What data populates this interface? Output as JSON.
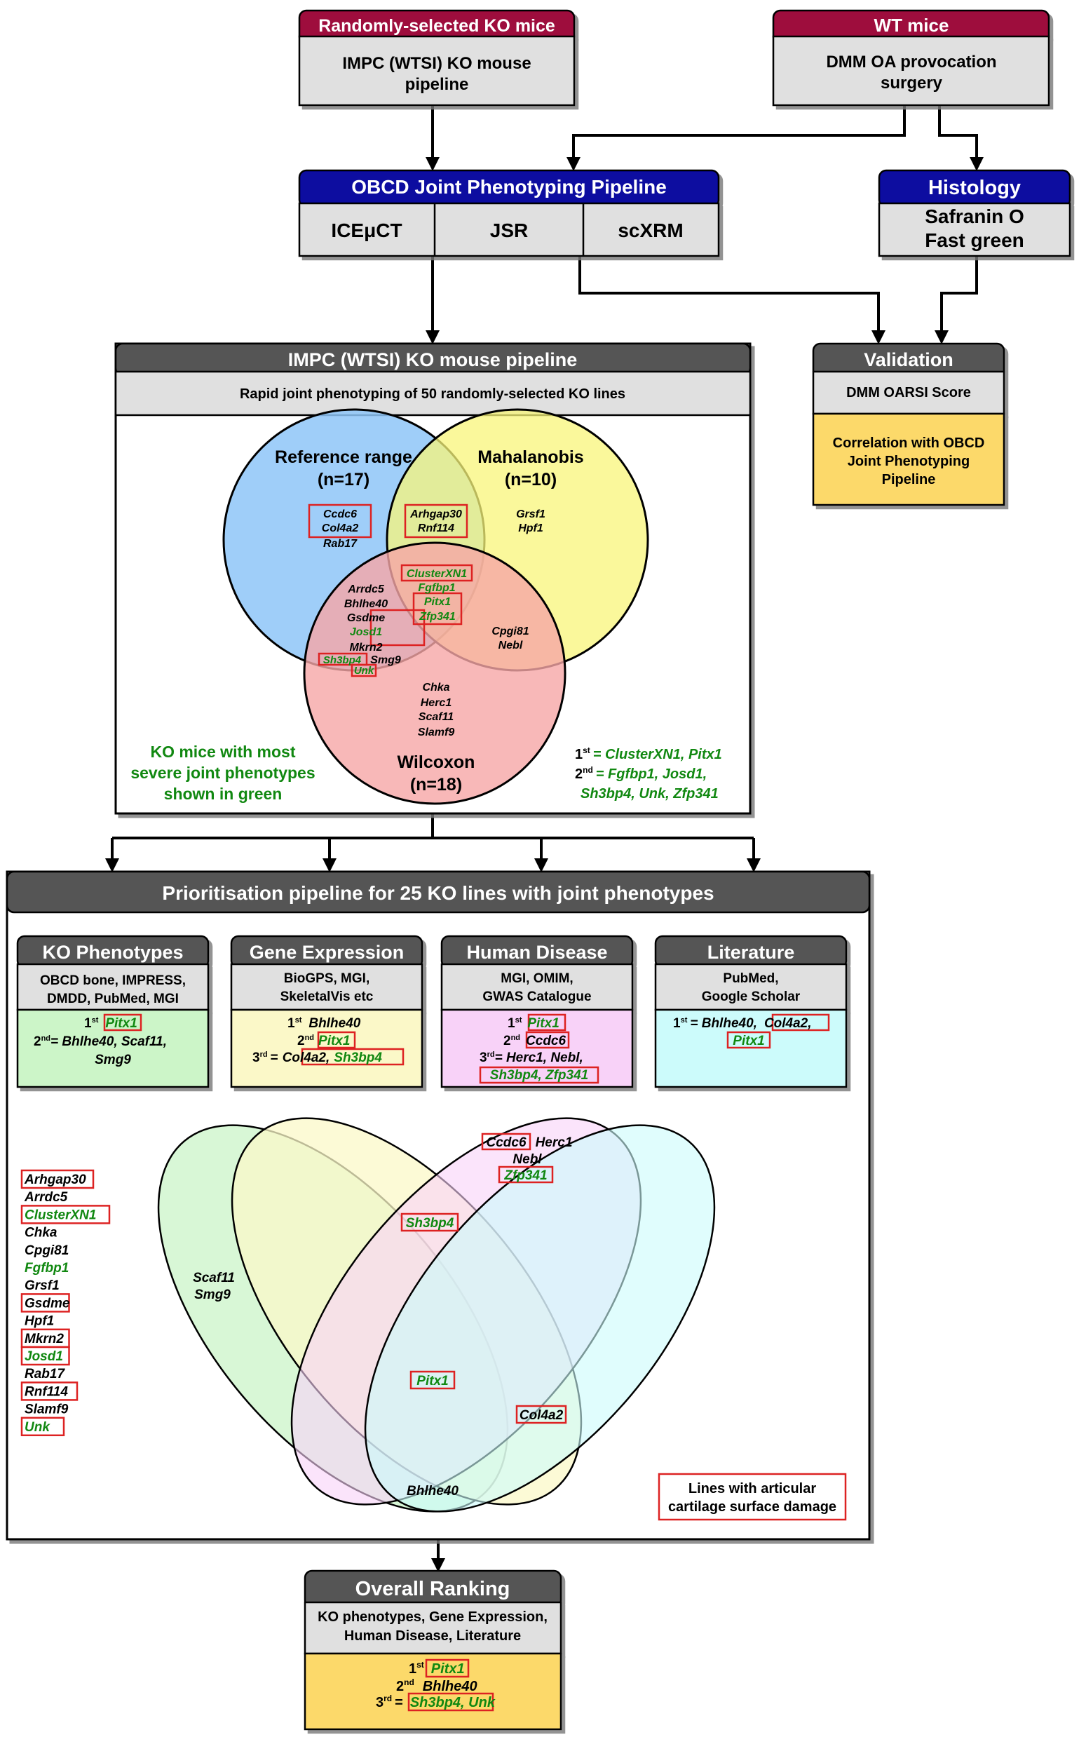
{
  "colors": {
    "maroon": "#9e0a3c",
    "navy": "#0a0aa0",
    "darkgrey": "#555555",
    "lightgrey": "#e0e0e0",
    "gold": "#fcd96a",
    "green": "#118811",
    "red": "#dd2222",
    "venn_blue": "#8ec5f8",
    "venn_yellow": "#f8f57a",
    "venn_red": "#f6a6a6"
  },
  "top": {
    "ko_header": "Randomly-selected KO mice",
    "ko_body_1": "IMPC (WTSI) KO mouse",
    "ko_body_2": "pipeline",
    "wt_header": "WT mice",
    "wt_body_1": "DMM OA provocation",
    "wt_body_2": "surgery",
    "obcd_header": "OBCD Joint Phenotyping Pipeline",
    "obcd_cells": [
      "ICEμCT",
      "JSR",
      "scXRM"
    ],
    "histo_header": "Histology",
    "histo_body_1": "Safranin O",
    "histo_body_2": "Fast green",
    "valid_header": "Validation",
    "valid_score": "DMM OARSI Score",
    "valid_corr_1": "Correlation with OBCD",
    "valid_corr_2": "Joint Phenotyping",
    "valid_corr_3": "Pipeline"
  },
  "impc": {
    "header": "IMPC (WTSI) KO mouse pipeline",
    "subtitle": "Rapid joint phenotyping of 50 randomly-selected KO lines",
    "ref_title": "Reference range",
    "ref_n": "(n=17)",
    "mah_title": "Mahalanobis",
    "mah_n": "(n=10)",
    "wil_title": "Wilcoxon",
    "wil_n": "(n=18)",
    "genes": {
      "ccdc6": "Ccdc6",
      "col4a2": "Col4a2",
      "rab17": "Rab17",
      "arhgap30": "Arhgap30",
      "rnf114": "Rnf114",
      "grsf1": "Grsf1",
      "hpf1": "Hpf1",
      "clusterxn1": "ClusterXN1",
      "fgfbp1": "Fgfbp1",
      "pitx1": "Pitx1",
      "zfp341": "Zfp341",
      "arrdc5": "Arrdc5",
      "bhlhe40": "Bhlhe40",
      "gsdme": "Gsdme",
      "josd1": "Josd1",
      "mkrn2": "Mkrn2",
      "sh3bp4": "Sh3bp4",
      "smg9": "Smg9",
      "unk": "Unk",
      "cpgi81": "Cpgi81",
      "nebl": "Nebl",
      "chka": "Chka",
      "herc1": "Herc1",
      "scaf11": "Scaf11",
      "slamf9": "Slamf9"
    },
    "note_1": "KO mice with most",
    "note_2": "severe joint phenotypes",
    "note_3": "shown in green",
    "rank_1_label": "1",
    "rank_1_sup": "st",
    "rank_1_genes": "= ClusterXN1, Pitx1",
    "rank_2_label": "2",
    "rank_2_sup": "nd",
    "rank_2_genes_a": "=  Fgfbp1, Josd1,",
    "rank_2_genes_b": "Sh3bp4, Unk, Zfp341"
  },
  "prio": {
    "header": "Prioritisation pipeline for 25 KO lines with joint phenotypes",
    "ko": {
      "title": "KO Phenotypes",
      "src_1": "OBCD bone, IMPRESS,",
      "src_2": "DMDD, PubMed, MGI",
      "r1_num": "1",
      "r1_sup": "st",
      "r1_gene": "Pitx1",
      "r2_num": "2",
      "r2_sup": "nd",
      "r2_genes": "= Bhlhe40, Scaf11,",
      "r2_genes_b": "Smg9"
    },
    "ge": {
      "title": "Gene Expression",
      "src_1": "BioGPS, MGI,",
      "src_2": "SkeletalVis etc",
      "r1_num": "1",
      "r1_sup": "st",
      "r1_gene": "Bhlhe40",
      "r2_num": "2",
      "r2_sup": "nd",
      "r2_gene": "Pitx1",
      "r3_num": "3",
      "r3_sup": "rd",
      "r3_eq": "=",
      "r3_gene_a": "Col4a2,",
      "r3_gene_b": "Sh3bp4"
    },
    "hd": {
      "title": "Human Disease",
      "src_1": "MGI, OMIM,",
      "src_2": "GWAS Catalogue",
      "r1_num": "1",
      "r1_sup": "st",
      "r1_gene": "Pitx1",
      "r2_num": "2",
      "r2_sup": "nd",
      "r2_gene": "Ccdc6",
      "r3_num": "3",
      "r3_sup": "rd",
      "r3_genes": "= Herc1, Nebl,",
      "r3_genes_b": "Sh3bp4, Zfp341"
    },
    "lit": {
      "title": "Literature",
      "src_1": "PubMed,",
      "src_2": "Google Scholar",
      "r1_num": "1",
      "r1_sup": "st",
      "r1_eq": "= Bhlhe40,",
      "r1_gene_a": "Col4a2,",
      "r1_gene_b": "Pitx1"
    },
    "gene_list": [
      {
        "name": "Arhgap30",
        "green": false,
        "boxed": true
      },
      {
        "name": "Arrdc5",
        "green": false,
        "boxed": false
      },
      {
        "name": "ClusterXN1",
        "green": true,
        "boxed": true
      },
      {
        "name": "Chka",
        "green": false,
        "boxed": false
      },
      {
        "name": "Cpgi81",
        "green": false,
        "boxed": false
      },
      {
        "name": "Fgfbp1",
        "green": true,
        "boxed": false
      },
      {
        "name": "Grsf1",
        "green": false,
        "boxed": false
      },
      {
        "name": "Gsdme",
        "green": false,
        "boxed": true
      },
      {
        "name": "Hpf1",
        "green": false,
        "boxed": false
      },
      {
        "name": "Mkrn2",
        "green": false,
        "boxed": true
      },
      {
        "name": "Josd1",
        "green": true,
        "boxed": true
      },
      {
        "name": "Rab17",
        "green": false,
        "boxed": false
      },
      {
        "name": "Rnf114",
        "green": false,
        "boxed": true
      },
      {
        "name": "Slamf9",
        "green": false,
        "boxed": false
      },
      {
        "name": "Unk",
        "green": true,
        "boxed": true
      }
    ],
    "venn4": {
      "ccdc6": "Ccdc6",
      "herc1": "Herc1",
      "nebl": "Nebl",
      "zfp341": "Zfp341",
      "sh3bp4": "Sh3bp4",
      "scaf11": "Scaf11",
      "smg9": "Smg9",
      "pitx1": "Pitx1",
      "col4a2": "Col4a2",
      "bhlhe40": "Bhlhe40"
    },
    "legend_1": "Lines with articular",
    "legend_2": "cartilage surface damage"
  },
  "overall": {
    "header": "Overall Ranking",
    "src_1": "KO phenotypes, Gene Expression,",
    "src_2": "Human Disease, Literature",
    "r1_num": "1",
    "r1_sup": "st",
    "r1_gene": "Pitx1",
    "r2_num": "2",
    "r2_sup": "nd",
    "r2_gene": "Bhlhe40",
    "r3_num": "3",
    "r3_sup": "rd",
    "r3_eq": "=",
    "r3_genes": "Sh3bp4, Unk"
  }
}
